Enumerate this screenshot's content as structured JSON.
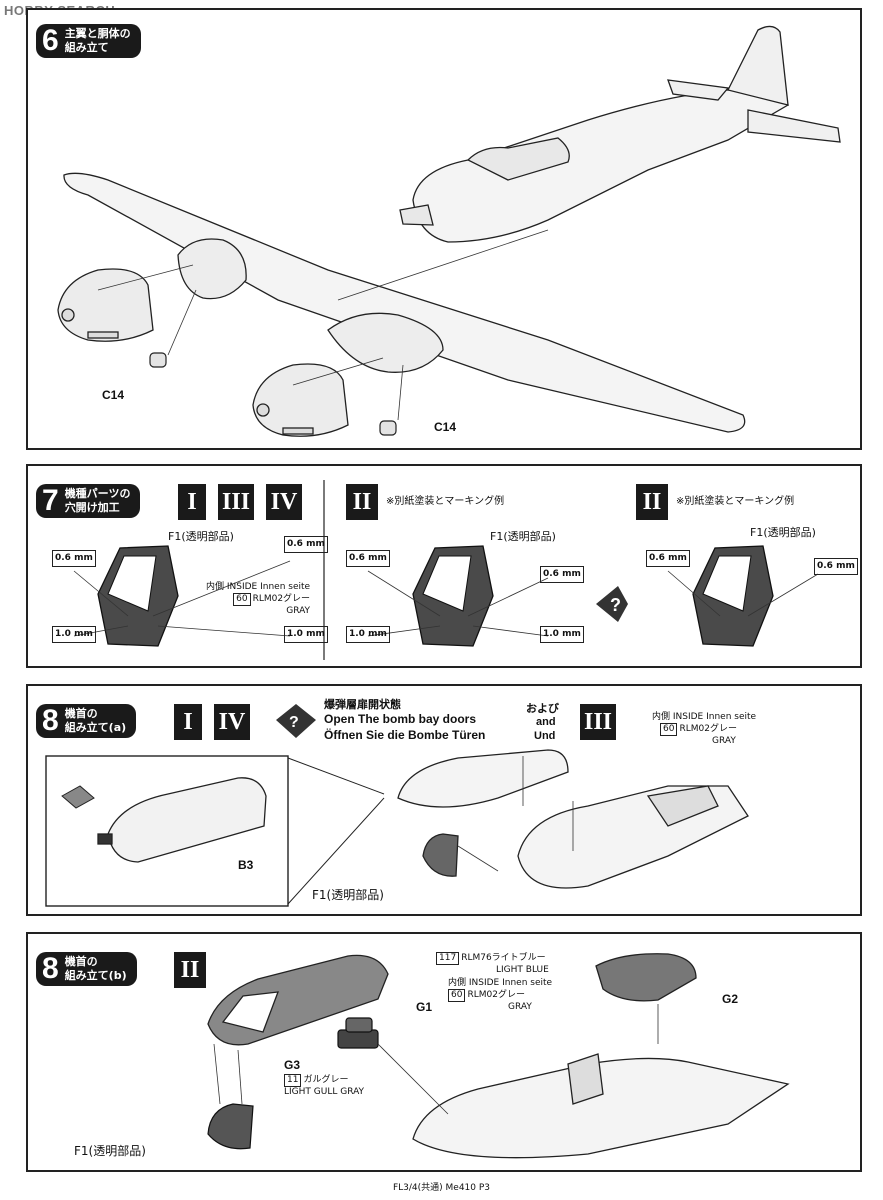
{
  "watermark": "HOBBY SEARCH",
  "step6": {
    "number": "6",
    "title": "主翼と胴体の\n組み立て",
    "parts": [
      "C14",
      "C14"
    ]
  },
  "step7": {
    "number": "7",
    "title": "機種パーツの\n穴開け加工",
    "variants_a": [
      "I",
      "III",
      "IV"
    ],
    "variant_b": "II",
    "note_b": "※別紙塗装とマーキング例",
    "variant_c": "II",
    "note_c": "※別紙塗装とマーキング例",
    "part_label": "F1(透明部品)",
    "inside": "内側 INSIDE Innen seite",
    "paint_num": "60",
    "paint_name": "RLM02グレー",
    "paint_en": "GRAY",
    "drill_small": "0.6",
    "drill_large": "1.0",
    "unit": "mm"
  },
  "step8a": {
    "number": "8",
    "title": "機首の\n組み立て(a)",
    "variants": [
      "I",
      "IV"
    ],
    "bomb_jp": "爆弾層扉開状態",
    "bomb_en": "Open The bomb bay doors",
    "bomb_de": "Öffnen Sie die Bombe Türen",
    "and_jp": "および",
    "and_en": "and",
    "and_de": "Und",
    "variant_extra": "III",
    "inside": "内側 INSIDE Innen seite",
    "paint_num": "60",
    "paint_name": "RLM02グレー",
    "paint_en": "GRAY",
    "part_b3": "B3",
    "part_f1": "F1(透明部品)"
  },
  "step8b": {
    "number": "8",
    "title": "機首の\n組み立て(b)",
    "variant": "II",
    "top_paint_num": "117",
    "top_paint_name": "RLM76ライトブルー",
    "top_paint_en": "LIGHT BLUE",
    "inside": "内側 INSIDE Innen seite",
    "paint_num": "60",
    "paint_name": "RLM02グレー",
    "paint_en": "GRAY",
    "part_g1": "G1",
    "part_g2": "G2",
    "part_g3": "G3",
    "g3_paint_num": "11",
    "g3_paint_name": "ガルグレー",
    "g3_paint_en": "LIGHT GULL GRAY",
    "part_f1": "F1(透明部品)"
  },
  "footer": "FL3/4(共通) Me410 P3"
}
